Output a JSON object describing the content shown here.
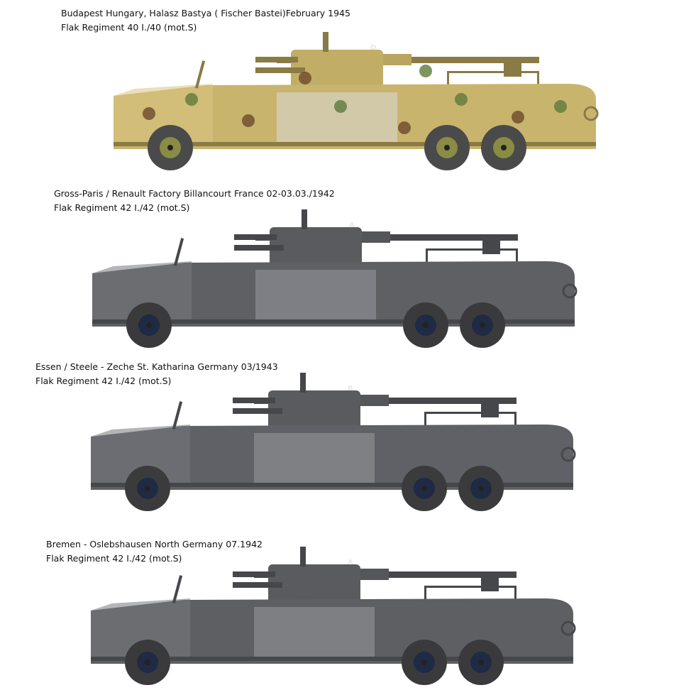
{
  "profiles": [
    {
      "line1": "Budapest Hungary, Halasz Bastya ( Fischer Bastei)February 1945",
      "line2": "Flak Regiment 40  I./40 (mot.S)",
      "gun_letter": "D",
      "camo": true,
      "body_color": "#c9b46e",
      "tire_color": "#4a4a4a",
      "hub_color": "#8a8b44"
    },
    {
      "line1": "Gross-Paris / Renault Factory Billancourt France 02-03.03./1942",
      "line2": "Flak Regiment 42   I./42 (mot.S)",
      "gun_letter": "A",
      "camo": false,
      "body_color": "#5f6064",
      "tire_color": "#3a3a3c",
      "hub_color": "#1f2a44"
    },
    {
      "line1": "Essen / Steele - Zeche St. Katharina Germany 03/1943",
      "line2": "Flak Regiment 42   I./42 (mot.S)",
      "gun_letter": "B",
      "camo": false,
      "body_color": "#606166",
      "tire_color": "#3b3b3d",
      "hub_color": "#1f2a44"
    },
    {
      "line1": "Bremen - Oslebshausen North Germany 07.1942",
      "line2": "Flak Regiment 42   I./42 (mot.S)",
      "gun_letter": "A",
      "camo": false,
      "body_color": "#5e5f63",
      "tire_color": "#3a3a3c",
      "hub_color": "#1f2a44"
    }
  ]
}
